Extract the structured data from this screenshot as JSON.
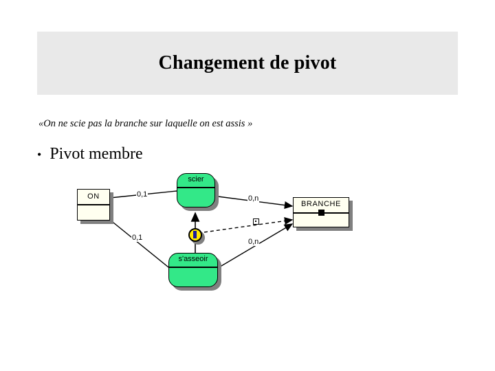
{
  "slide": {
    "title": "Changement de pivot",
    "quote": "«On ne scie pas la branche sur laquelle on est assis »",
    "bullet_marker": "•",
    "bullet_text": "Pivot membre"
  },
  "colors": {
    "title_band": "#e9e9e9",
    "entity_fill": "#fffff0",
    "relation_fill": "#33e888",
    "pivot_fill": "#ffe800",
    "pivot_bar": "#1a1a9e",
    "shadow": "#808080",
    "stroke": "#000000",
    "page_background": "#ffffff"
  },
  "diagram": {
    "entities": [
      {
        "id": "on",
        "label": "ON"
      },
      {
        "id": "branche",
        "label": "BRANCHE",
        "marker": "pivot-marker"
      }
    ],
    "relations": [
      {
        "id": "scier",
        "label": "scier"
      },
      {
        "id": "asseoir",
        "label": "s'asseoir"
      }
    ],
    "pivot_node": {
      "id": "pivot",
      "icon": "pivot-circle-icon"
    },
    "edge_labels": [
      {
        "id": "on-scier",
        "text": "0,1"
      },
      {
        "id": "scier-branche",
        "text": "0,n"
      },
      {
        "id": "on-asseoir",
        "text": "0,1"
      },
      {
        "id": "asseoir-branche",
        "text": "0,n"
      }
    ],
    "dashed_link": {
      "id": "pivot-branche-link",
      "marker": "square-dot-marker"
    }
  }
}
